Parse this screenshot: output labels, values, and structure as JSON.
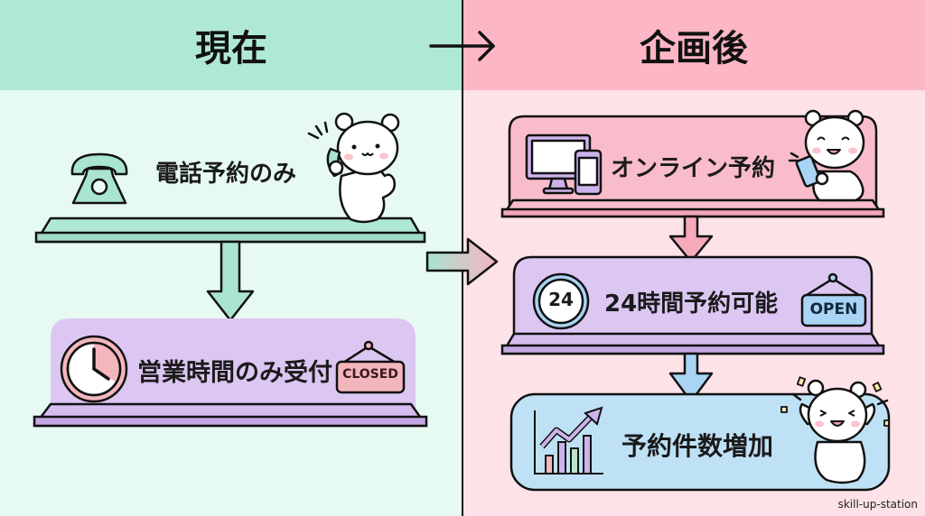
{
  "header": {
    "before_title": "現在",
    "after_title": "企画後"
  },
  "before": {
    "step1": {
      "label": "電話予約のみ",
      "icon": "telephone-icon"
    },
    "step2": {
      "label": "営業時間のみ受付",
      "icon": "clock-icon",
      "sign": "CLOSED"
    }
  },
  "after": {
    "step1": {
      "label": "オンライン予約",
      "icon": "devices-icon"
    },
    "step2": {
      "label": "24時間予約可能",
      "icon": "clock-24-icon",
      "clock_text": "24",
      "sign": "OPEN"
    },
    "step3": {
      "label": "予約件数増加",
      "icon": "growth-chart-icon"
    }
  },
  "watermark": "skill-up-station",
  "colors": {
    "mint": "#b0e8d6",
    "pink": "#fdb6c4",
    "lavender": "#d9c3f0",
    "sky": "#bfe1f5",
    "outline": "#111111"
  }
}
